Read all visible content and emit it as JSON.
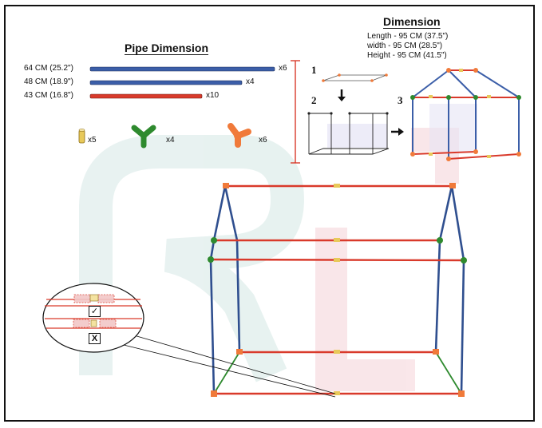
{
  "pipe_section": {
    "title": "Pipe Dimension",
    "pipes": [
      {
        "label": "64 CM (25.2\")",
        "count": "x6",
        "color": "#3b5ea8"
      },
      {
        "label": "48 CM (18.9\")",
        "count": "x4",
        "color": "#3b5ea8"
      },
      {
        "label": "43 CM (16.8\")",
        "count": "x10",
        "color": "#d93a2b"
      }
    ],
    "connectors": [
      {
        "icon": "straight-connector-icon",
        "count": "x5",
        "color": "#e8c95a"
      },
      {
        "icon": "green-three-way-connector-icon",
        "count": "x4",
        "color": "#2e8a2e"
      },
      {
        "icon": "orange-three-way-connector-icon",
        "count": "x6",
        "color": "#f07a3a"
      }
    ]
  },
  "dimension_section": {
    "title": "Dimension",
    "lines": [
      "Length - 95 CM (37.5\")",
      "width - 95 CM (28.5\")",
      "Height - 95 CM (41.5\")"
    ]
  },
  "steps": [
    "1",
    "2",
    "3"
  ],
  "inset": {
    "correct_symbol": "✓",
    "wrong_symbol": "X"
  },
  "colors": {
    "blue_pipe": "#3b5ea8",
    "red_pipe": "#d93a2b",
    "orange_joint": "#f07a3a",
    "green_joint": "#2e8a2e",
    "yellow_connector": "#e8c95a"
  }
}
